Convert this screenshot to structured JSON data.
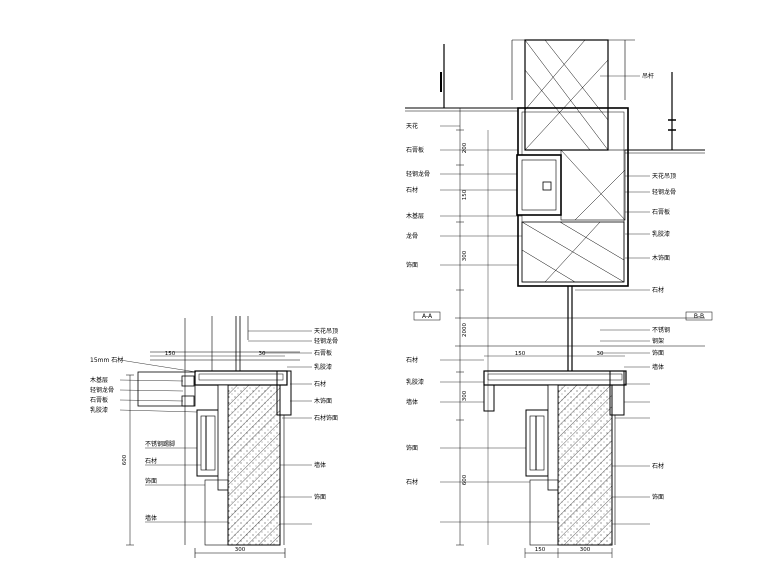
{
  "drawing": {
    "left_section": {
      "labels_left": [
        "15mm 石材",
        "木基层",
        "轻钢龙骨",
        "石膏板",
        "乳胶漆",
        "不锈钢踢脚",
        "石材",
        "饰面",
        "墙体"
      ],
      "labels_right": [
        "天花吊顶",
        "轻钢龙骨",
        "石膏板",
        "乳胶漆",
        "石材",
        "木饰面",
        "石材饰面",
        "墙体",
        "饰面"
      ],
      "dims_top": [
        "150",
        "30"
      ],
      "dims_vert": [
        "600"
      ],
      "dim_bottom": "300"
    },
    "right_section": {
      "tag_left": "A-A",
      "tag_right": "B-B",
      "labels_left": [
        "天花",
        "石膏板",
        "轻钢龙骨",
        "石材",
        "木基层",
        "龙骨",
        "饰面",
        "石材",
        "乳胶漆",
        "墙体",
        "饰面",
        "石材"
      ],
      "labels_right": [
        "吊杆",
        "天花吊顶",
        "轻钢龙骨",
        "石膏板",
        "乳胶漆",
        "木饰面",
        "石材",
        "不锈钢",
        "钢架",
        "饰面",
        "墙体",
        "石材",
        "饰面"
      ],
      "dims_vert": [
        "200",
        "150",
        "300",
        "2000",
        "300",
        "600"
      ],
      "dims_top": [
        "150",
        "30"
      ],
      "dims_bottom": [
        "150",
        "300"
      ]
    }
  }
}
